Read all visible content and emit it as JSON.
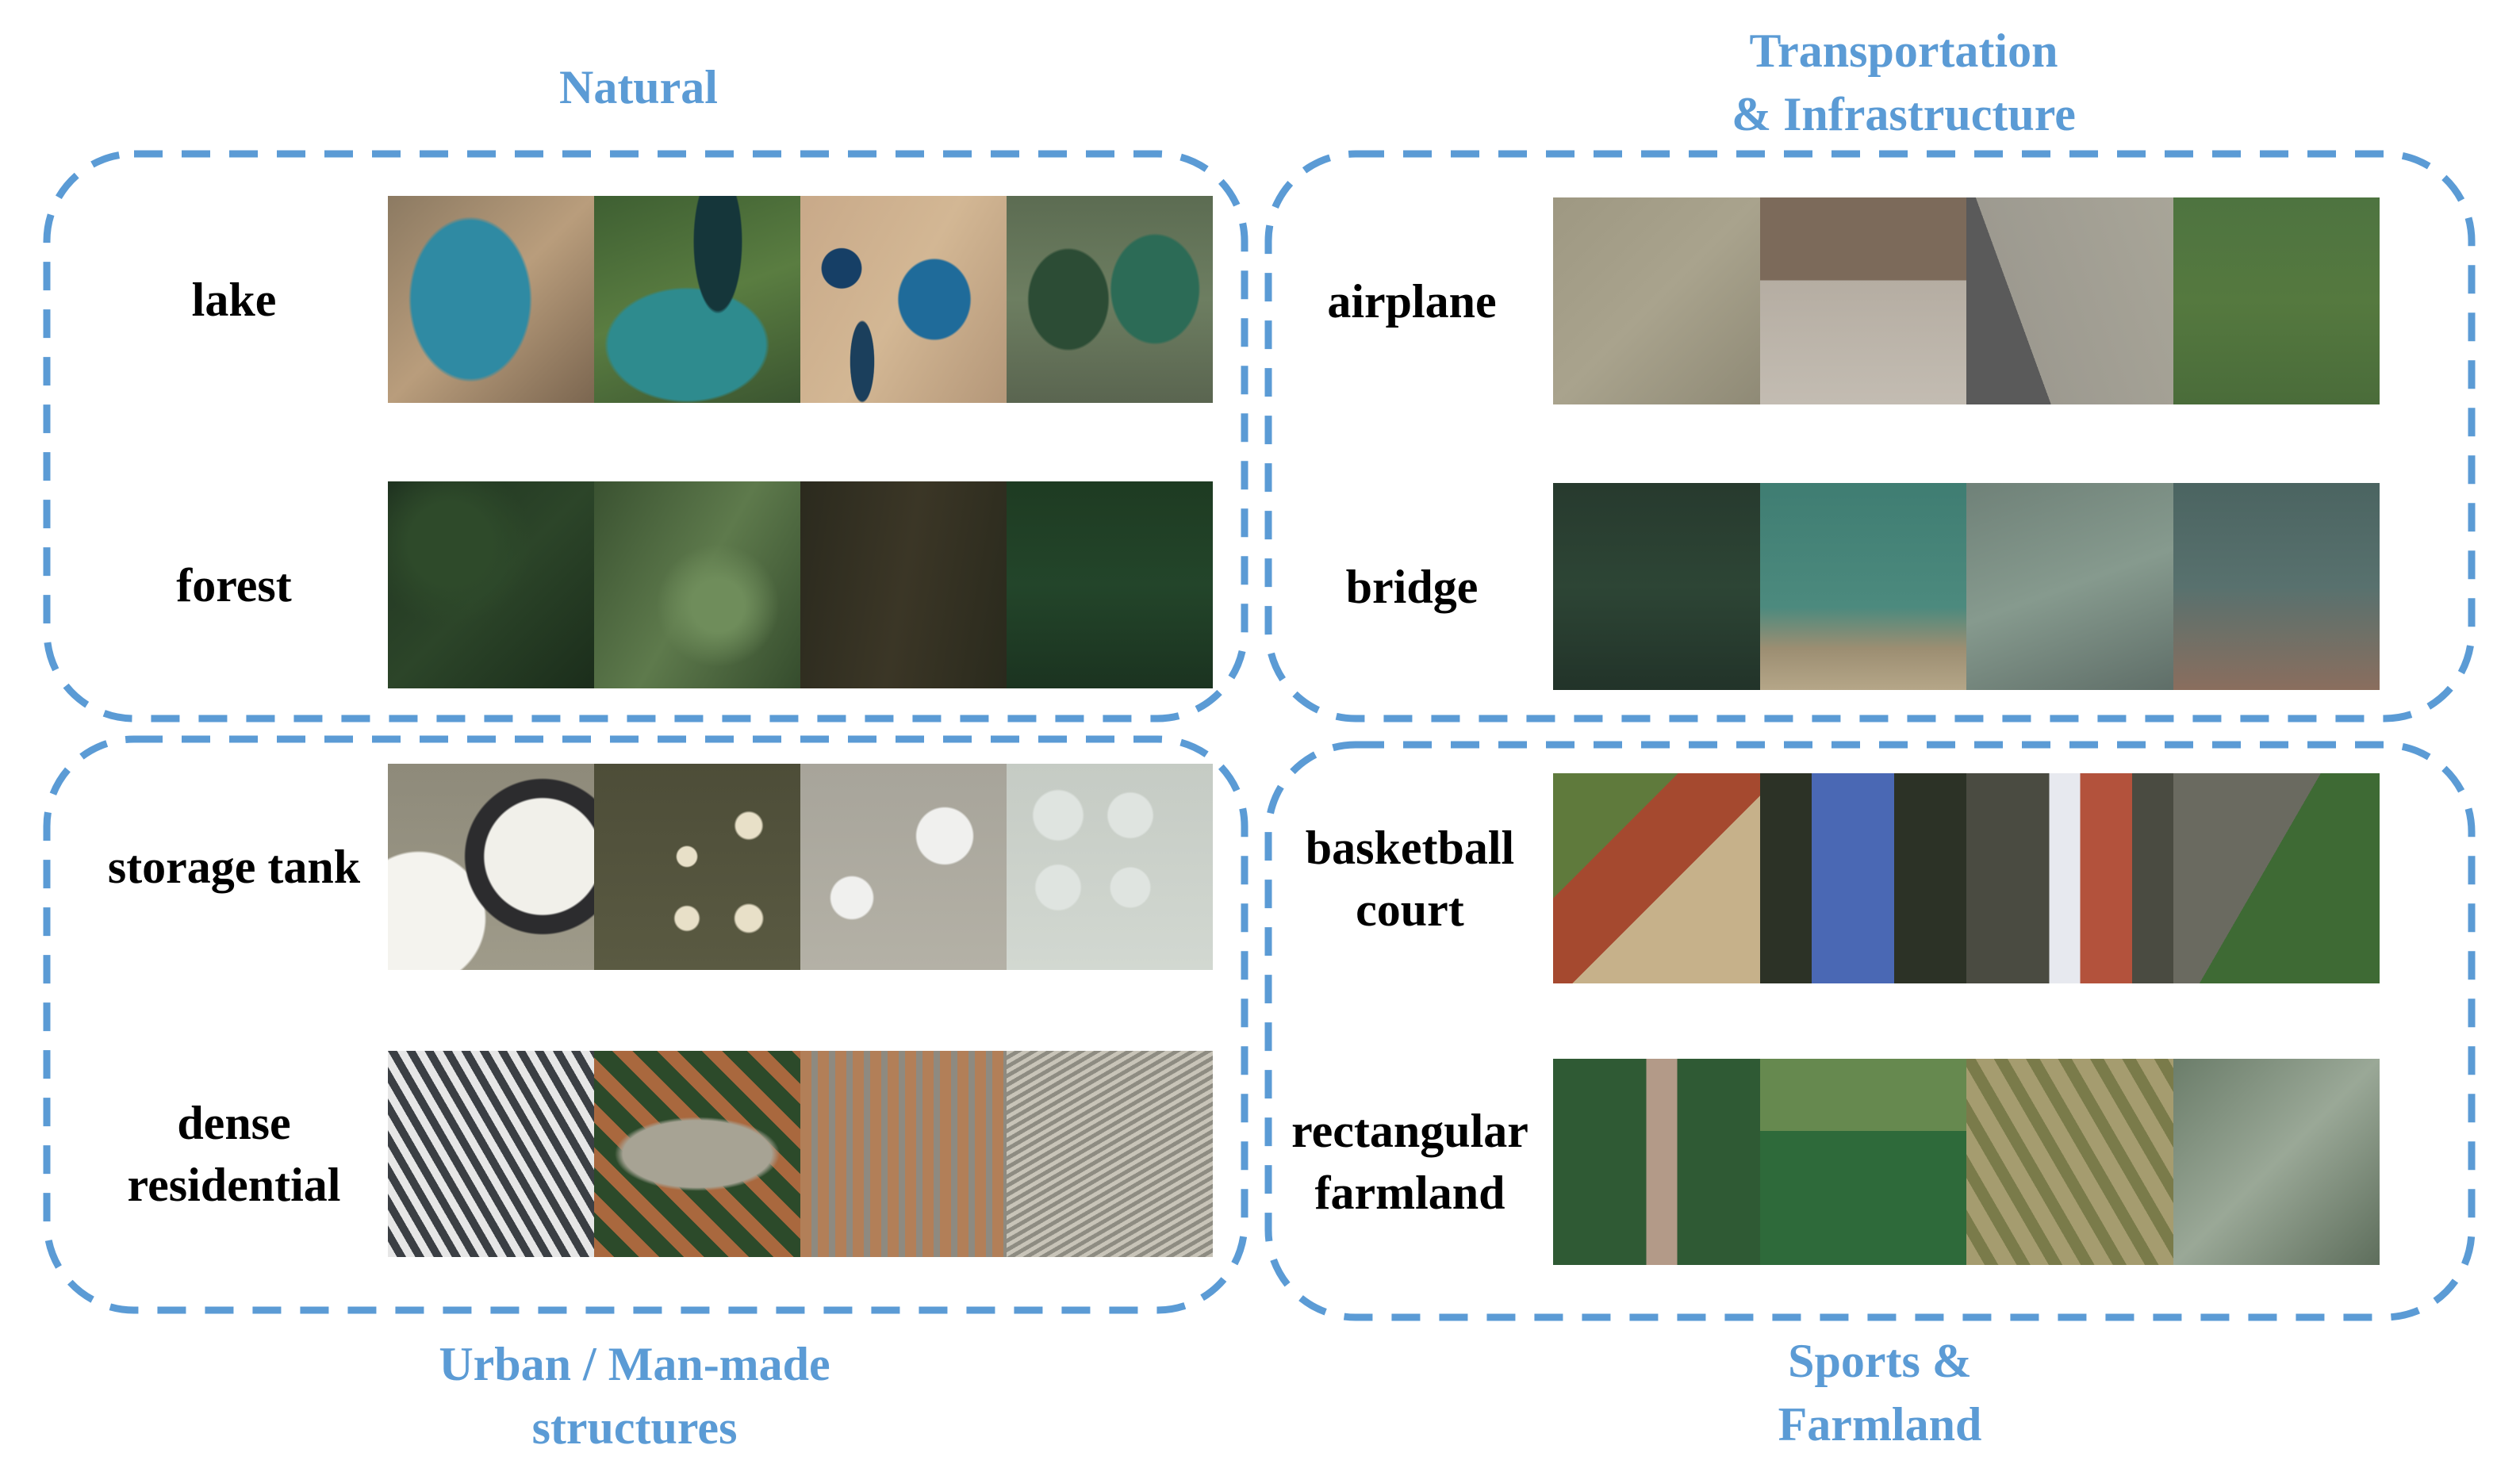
{
  "figure": {
    "accent_color": "#5B9BD5",
    "label_color": "#000000"
  },
  "groups": [
    {
      "id": "natural",
      "title": "Natural",
      "title_position": "top",
      "rows": [
        {
          "label": "lake",
          "tiles": [
            "lake-1",
            "lake-2",
            "lake-3",
            "lake-4"
          ]
        },
        {
          "label": "forest",
          "tiles": [
            "forest-1",
            "forest-2",
            "forest-3",
            "forest-4"
          ]
        }
      ]
    },
    {
      "id": "transportation",
      "title": "Transportation\n& Infrastructure",
      "title_position": "top",
      "rows": [
        {
          "label": "airplane",
          "tiles": [
            "airplane-1",
            "airplane-2",
            "airplane-3",
            "airplane-4"
          ]
        },
        {
          "label": "bridge",
          "tiles": [
            "bridge-1",
            "bridge-2",
            "bridge-3",
            "bridge-4"
          ]
        }
      ]
    },
    {
      "id": "urban",
      "title": "Urban / Man-made\nstructures",
      "title_position": "bottom",
      "rows": [
        {
          "label": "storage tank",
          "tiles": [
            "storage-tank-1",
            "storage-tank-2",
            "storage-tank-3",
            "storage-tank-4"
          ]
        },
        {
          "label": "dense\nresidential",
          "tiles": [
            "dense-residential-1",
            "dense-residential-2",
            "dense-residential-3",
            "dense-residential-4"
          ]
        }
      ]
    },
    {
      "id": "sports",
      "title": "Sports &\nFarmland",
      "title_position": "bottom",
      "rows": [
        {
          "label": "basketball\ncourt",
          "tiles": [
            "basketball-court-1",
            "basketball-court-2",
            "basketball-court-3",
            "basketball-court-4"
          ]
        },
        {
          "label": "rectangular\nfarmland",
          "tiles": [
            "rectangular-farmland-1",
            "rectangular-farmland-2",
            "rectangular-farmland-3",
            "rectangular-farmland-4"
          ]
        }
      ]
    }
  ]
}
